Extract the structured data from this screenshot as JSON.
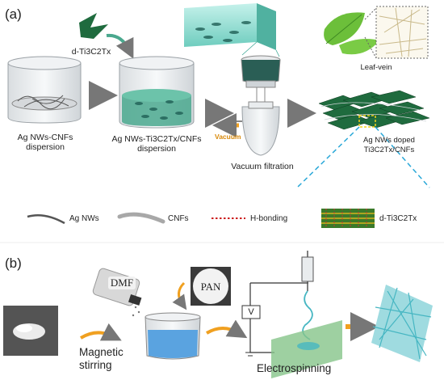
{
  "panel_a": {
    "label": "(a)",
    "dti_label": "d-Ti3C2Tx",
    "beaker1_label": "Ag NWs-CNFs dispersion",
    "beaker2_label": "Ag NWs-Ti3C2Tx/CNFs dispersion",
    "filtration_label": "Vacuum filtration",
    "vacuum_label": "Vacuum",
    "leaf_label": "Leaf-vein",
    "film_label": "Ag NWs doped Ti3C2Tx/CNFs",
    "legend": {
      "agnws": "Ag NWs",
      "cnfs": "CNFs",
      "hbond": "H-bonding",
      "dti": "d-Ti3C2Tx"
    }
  },
  "panel_b": {
    "label": "(b)",
    "dmf": "DMF",
    "pan": "PAN",
    "stirring": "Magnetic stirring",
    "voltage": "V",
    "electrospinning": "Electrospinning"
  },
  "colors": {
    "mxene_green": "#1f6b3e",
    "solution_teal": "#4aa88e",
    "arrow_gray": "#777777",
    "arrow_orange": "#f0a020",
    "dash_blue": "#2aa8d8",
    "fiber_cyan": "#46b6c2"
  }
}
